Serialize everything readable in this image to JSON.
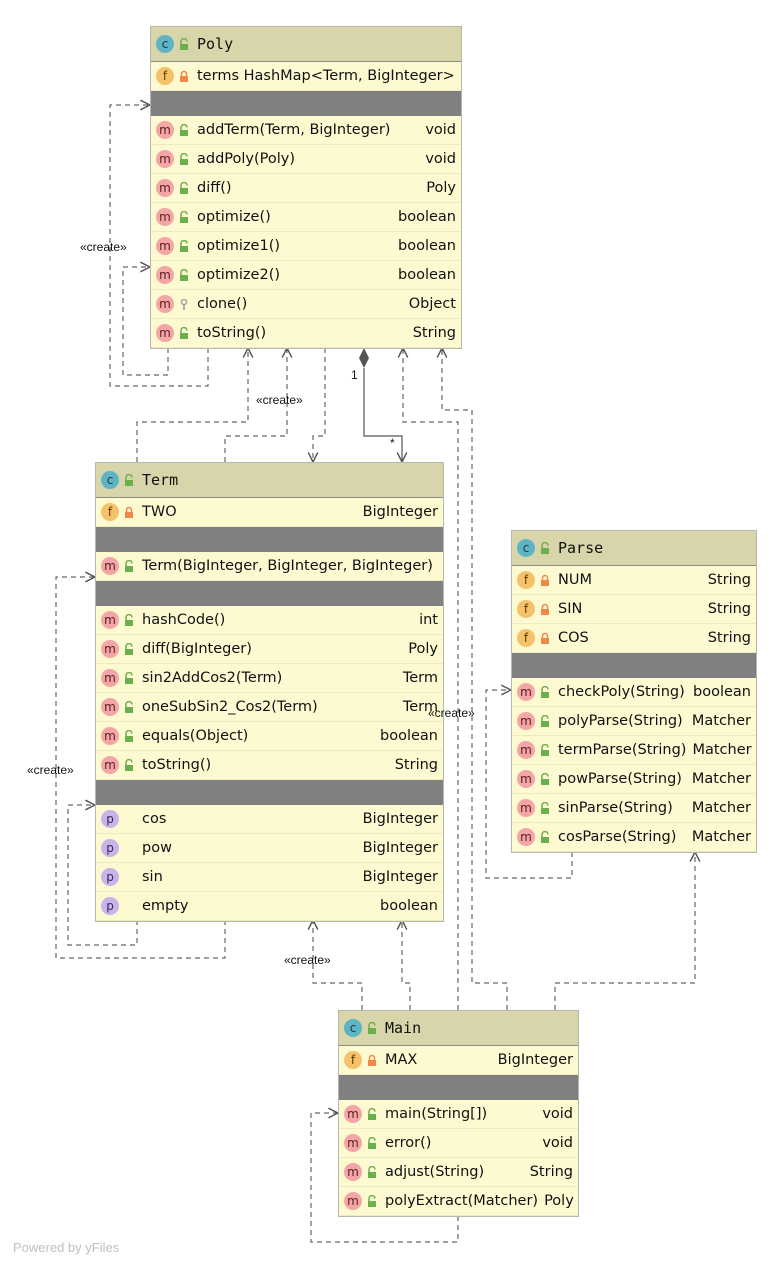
{
  "classes": [
    {
      "id": "poly",
      "name": "Poly",
      "sections": [
        {
          "type": "rows",
          "rows": [
            {
              "kind": "f",
              "vis": "private",
              "label": "terms HashMap<Term, BigInteger>",
              "type": ""
            }
          ]
        },
        {
          "type": "sep"
        },
        {
          "type": "rows",
          "rows": [
            {
              "kind": "m",
              "vis": "public",
              "label": "addTerm(Term, BigInteger)",
              "type": "void"
            },
            {
              "kind": "m",
              "vis": "public",
              "label": "addPoly(Poly)",
              "type": "void"
            },
            {
              "kind": "m",
              "vis": "public",
              "label": "diff()",
              "type": "Poly"
            },
            {
              "kind": "m",
              "vis": "public",
              "label": "optimize()",
              "type": "boolean"
            },
            {
              "kind": "m",
              "vis": "public",
              "label": "optimize1()",
              "type": "boolean"
            },
            {
              "kind": "m",
              "vis": "public",
              "label": "optimize2()",
              "type": "boolean"
            },
            {
              "kind": "m",
              "vis": "protected",
              "label": "clone()",
              "type": "Object"
            },
            {
              "kind": "m",
              "vis": "public",
              "label": "toString()",
              "type": "String"
            }
          ]
        }
      ]
    },
    {
      "id": "term",
      "name": "Term",
      "sections": [
        {
          "type": "rows",
          "rows": [
            {
              "kind": "f",
              "vis": "private",
              "label": "TWO",
              "type": "BigInteger"
            }
          ]
        },
        {
          "type": "sep"
        },
        {
          "type": "rows",
          "rows": [
            {
              "kind": "m",
              "vis": "public",
              "label": "Term(BigInteger, BigInteger, BigInteger)",
              "type": ""
            }
          ]
        },
        {
          "type": "sep"
        },
        {
          "type": "rows",
          "rows": [
            {
              "kind": "m",
              "vis": "public",
              "label": "hashCode()",
              "type": "int"
            },
            {
              "kind": "m",
              "vis": "public",
              "label": "diff(BigInteger)",
              "type": "Poly"
            },
            {
              "kind": "m",
              "vis": "public",
              "label": "sin2AddCos2(Term)",
              "type": "Term"
            },
            {
              "kind": "m",
              "vis": "public",
              "label": "oneSubSin2_Cos2(Term)",
              "type": "Term"
            },
            {
              "kind": "m",
              "vis": "public",
              "label": "equals(Object)",
              "type": "boolean"
            },
            {
              "kind": "m",
              "vis": "public",
              "label": "toString()",
              "type": "String"
            }
          ]
        },
        {
          "type": "sep"
        },
        {
          "type": "rows",
          "rows": [
            {
              "kind": "p",
              "vis": "none",
              "label": "cos",
              "type": "BigInteger"
            },
            {
              "kind": "p",
              "vis": "none",
              "label": "pow",
              "type": "BigInteger"
            },
            {
              "kind": "p",
              "vis": "none",
              "label": "sin",
              "type": "BigInteger"
            },
            {
              "kind": "p",
              "vis": "none",
              "label": "empty",
              "type": "boolean"
            }
          ]
        }
      ]
    },
    {
      "id": "parse",
      "name": "Parse",
      "sections": [
        {
          "type": "rows",
          "rows": [
            {
              "kind": "f",
              "vis": "private",
              "label": "NUM",
              "type": "String"
            },
            {
              "kind": "f",
              "vis": "private",
              "label": "SIN",
              "type": "String"
            },
            {
              "kind": "f",
              "vis": "private",
              "label": "COS",
              "type": "String"
            }
          ]
        },
        {
          "type": "sep"
        },
        {
          "type": "rows",
          "rows": [
            {
              "kind": "m",
              "vis": "public",
              "label": "checkPoly(String)",
              "type": "boolean"
            },
            {
              "kind": "m",
              "vis": "public",
              "label": "polyParse(String)",
              "type": "Matcher"
            },
            {
              "kind": "m",
              "vis": "public",
              "label": "termParse(String)",
              "type": "Matcher"
            },
            {
              "kind": "m",
              "vis": "public",
              "label": "powParse(String)",
              "type": "Matcher"
            },
            {
              "kind": "m",
              "vis": "public",
              "label": "sinParse(String)",
              "type": "Matcher"
            },
            {
              "kind": "m",
              "vis": "public",
              "label": "cosParse(String)",
              "type": "Matcher"
            }
          ]
        }
      ]
    },
    {
      "id": "main",
      "name": "Main",
      "sections": [
        {
          "type": "rows",
          "rows": [
            {
              "kind": "f",
              "vis": "private",
              "label": "MAX",
              "type": "BigInteger"
            }
          ]
        },
        {
          "type": "sep"
        },
        {
          "type": "rows",
          "rows": [
            {
              "kind": "m",
              "vis": "public",
              "label": "main(String[])",
              "type": "void"
            },
            {
              "kind": "m",
              "vis": "public",
              "label": "error()",
              "type": "void"
            },
            {
              "kind": "m",
              "vis": "public",
              "label": "adjust(String)",
              "type": "String"
            },
            {
              "kind": "m",
              "vis": "public",
              "label": "polyExtract(Matcher)",
              "type": "Poly"
            }
          ]
        }
      ]
    }
  ],
  "edge_labels": {
    "create": "«create»",
    "one": "1",
    "many": "*"
  },
  "footer": "Powered by yFiles",
  "colors": {
    "header": "#d7d5a9",
    "body": "#fdfad2",
    "separator": "#808080",
    "edge": "#555555"
  }
}
